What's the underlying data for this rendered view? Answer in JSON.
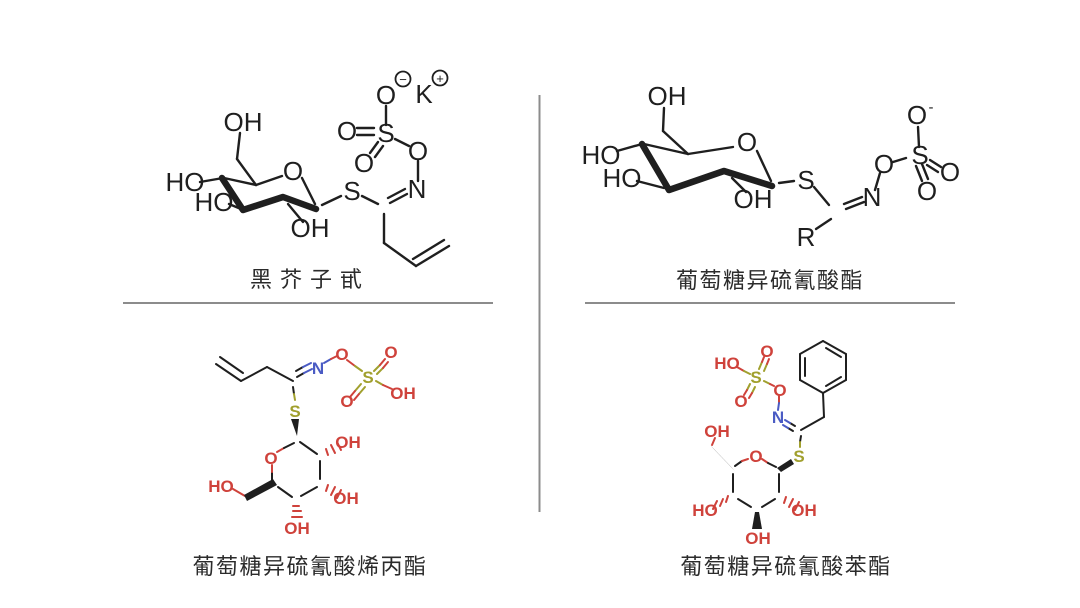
{
  "figure": {
    "background": "#ffffff",
    "colors": {
      "bond": "#1f1f1f",
      "oxygen": "#cf423b",
      "nitrogen": "#4a5bc4",
      "sulfur": "#a1a02e",
      "divider": "#8c8c8c",
      "caption": "#2b2b2b"
    },
    "compounds": [
      {
        "caption": "黑芥子甙",
        "atoms": {
          "oh_c6": "OH",
          "ho_c4": "HO",
          "ho_c3": "HO",
          "oh_c2": "OH",
          "ring_o": "O",
          "s_thio": "S",
          "n": "N",
          "o_link": "O",
          "s_sulfate": "S",
          "o_top": "O",
          "charge_minus": "−",
          "k": "K",
          "charge_plus": "+",
          "o_dbl_1": "O",
          "o_dbl_2": "O"
        }
      },
      {
        "caption": "葡萄糖异硫氰酸酯",
        "atoms": {
          "oh_c6": "OH",
          "ho_c4": "HO",
          "ho_c3": "HO",
          "oh_c2": "OH",
          "ring_o": "O",
          "s_thio": "S",
          "n": "N",
          "o_link": "O",
          "s_sulfate": "S",
          "o_neg": "O",
          "o_neg_charge": "-",
          "o_dbl_1": "O",
          "o_dbl_2": "O",
          "r_group": "R"
        }
      },
      {
        "caption": "葡萄糖异硫氰酸烯丙酯",
        "atoms": {
          "n": "N",
          "o_link": "O",
          "s_sulfate": "S",
          "o_dbl_1": "O",
          "o_dbl_2": "O",
          "oh_sulfate": "OH",
          "s_thio": "S",
          "ring_o": "O",
          "oh_c2": "OH",
          "oh_c3": "OH",
          "oh_c4": "OH",
          "ho_c6": "HO"
        }
      },
      {
        "caption": "葡萄糖异硫氰酸苯酯",
        "atoms": {
          "ho_sulfate": "HO",
          "s_sulfate": "S",
          "o_dbl_1": "O",
          "o_dbl_2": "O",
          "o_link": "O",
          "n": "N",
          "s_thio": "S",
          "ring_o": "O",
          "oh_c6": "OH",
          "ho_c4": "HO",
          "oh_c3": "OH",
          "oh_c2": "OH"
        }
      }
    ]
  }
}
